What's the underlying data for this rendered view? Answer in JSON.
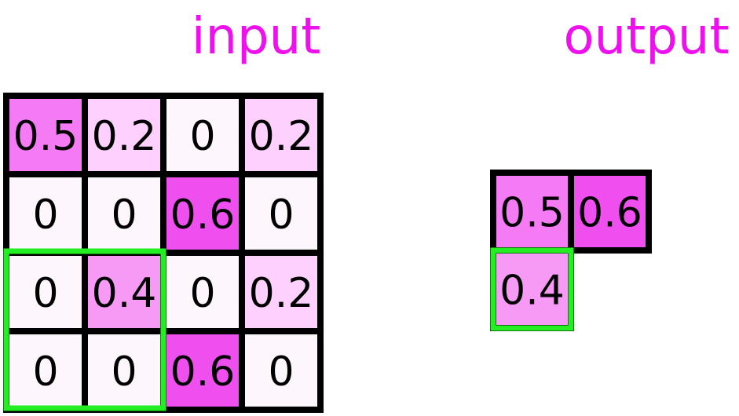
{
  "input": {
    "title": "input",
    "values": [
      [
        "0.5",
        "0.2",
        "0",
        "0.2"
      ],
      [
        "0",
        "0",
        "0.6",
        "0"
      ],
      [
        "0",
        "0.4",
        "0",
        "0.2"
      ],
      [
        "0",
        "0",
        "0.6",
        "0"
      ]
    ],
    "highlight": {
      "row": 2,
      "col": 0,
      "rows": 2,
      "cols": 2
    }
  },
  "output": {
    "title": "output",
    "values": [
      [
        "0.5",
        "0.6"
      ],
      [
        "0.4",
        ""
      ]
    ],
    "highlight": {
      "row": 1,
      "col": 0
    }
  },
  "colors": {
    "title": "#ee11ee",
    "highlight": "#22ee22",
    "border": "#000000",
    "level_0": "#fdf7fd",
    "level_0.2": "#fdd0fd",
    "level_0.4": "#f79af6",
    "level_0.5": "#f47bf3",
    "level_0.6": "#ee4fee"
  }
}
